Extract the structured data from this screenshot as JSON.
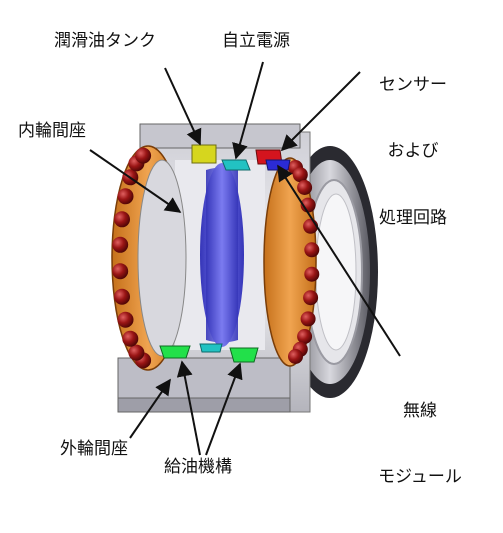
{
  "labels": {
    "lubricant_tank": "潤滑油タンク",
    "power_supply": "自立電源",
    "sensor_line1": "センサー",
    "sensor_line2": "および",
    "sensor_line3": "処理回路",
    "inner_spacer": "内輪間座",
    "wireless_line1": "無線",
    "wireless_line2": "モジュール",
    "outer_spacer": "外輪間座",
    "oil_supply": "給油機構"
  },
  "colors": {
    "tank": "#d6d61e",
    "power": "#22c2c2",
    "sensor": "#d4141e",
    "wireless_module": "#2b2bd6",
    "oil_nozzle": "#22e04a",
    "inner_spacer_band": "#5a5ae0",
    "roller": "#8b1010",
    "cage": "#e08a2a",
    "housing": "#b9b9c2"
  }
}
